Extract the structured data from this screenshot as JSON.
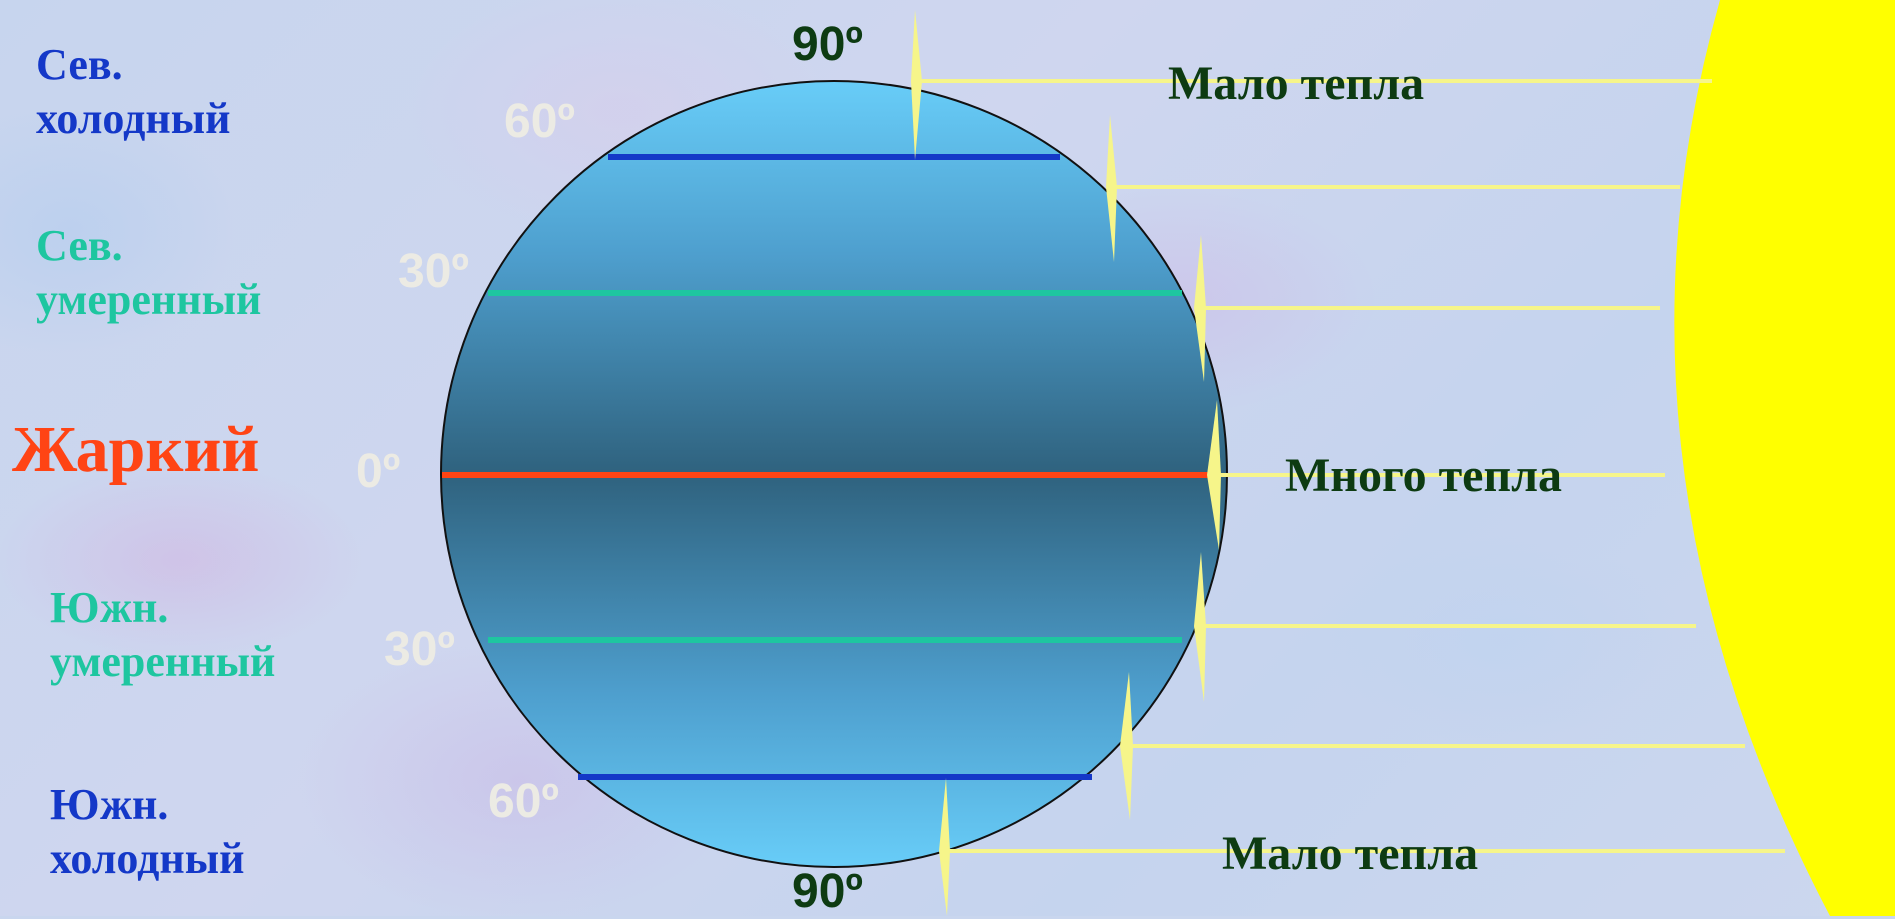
{
  "zones": {
    "north_cold": [
      "Сев.",
      "холодный"
    ],
    "north_temperate": [
      "Сев.",
      "умеренный"
    ],
    "hot": "Жаркий",
    "south_temperate": [
      "Южн.",
      "умеренный"
    ],
    "south_cold": [
      "Южн.",
      "холодный"
    ]
  },
  "latitudes": {
    "north_pole": "90º",
    "north_60": "60º",
    "north_30": "30º",
    "equator": "0º",
    "south_30": "30º",
    "south_60": "60º",
    "south_pole": "90º"
  },
  "heat_labels": {
    "top": "Мало тепла",
    "middle": "Много тепла",
    "bottom": "Мало тепла"
  },
  "colors": {
    "cold_zone": "#1438c8",
    "temperate_zone": "#1ec6a0",
    "hot_zone": "#ff4414",
    "sun": "#ffff00",
    "sun_ray": "#f6f58a",
    "degree_dark": "#0d3b12",
    "degree_light": "#ecebe4"
  }
}
